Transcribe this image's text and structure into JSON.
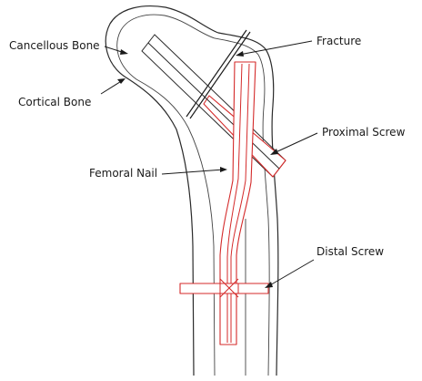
{
  "labels": {
    "cancellous_bone": "Cancellous Bone",
    "cortical_bone": "Cortical Bone",
    "fracture": "Fracture",
    "proximal_screw": "Proximal Screw",
    "femoral_nail": "Femoral Nail",
    "distal_screw": "Distal Screw"
  },
  "colors": {
    "implant": "#d42a2a",
    "bone_outline": "#2a2a2a",
    "text": "#1a1a1a"
  }
}
